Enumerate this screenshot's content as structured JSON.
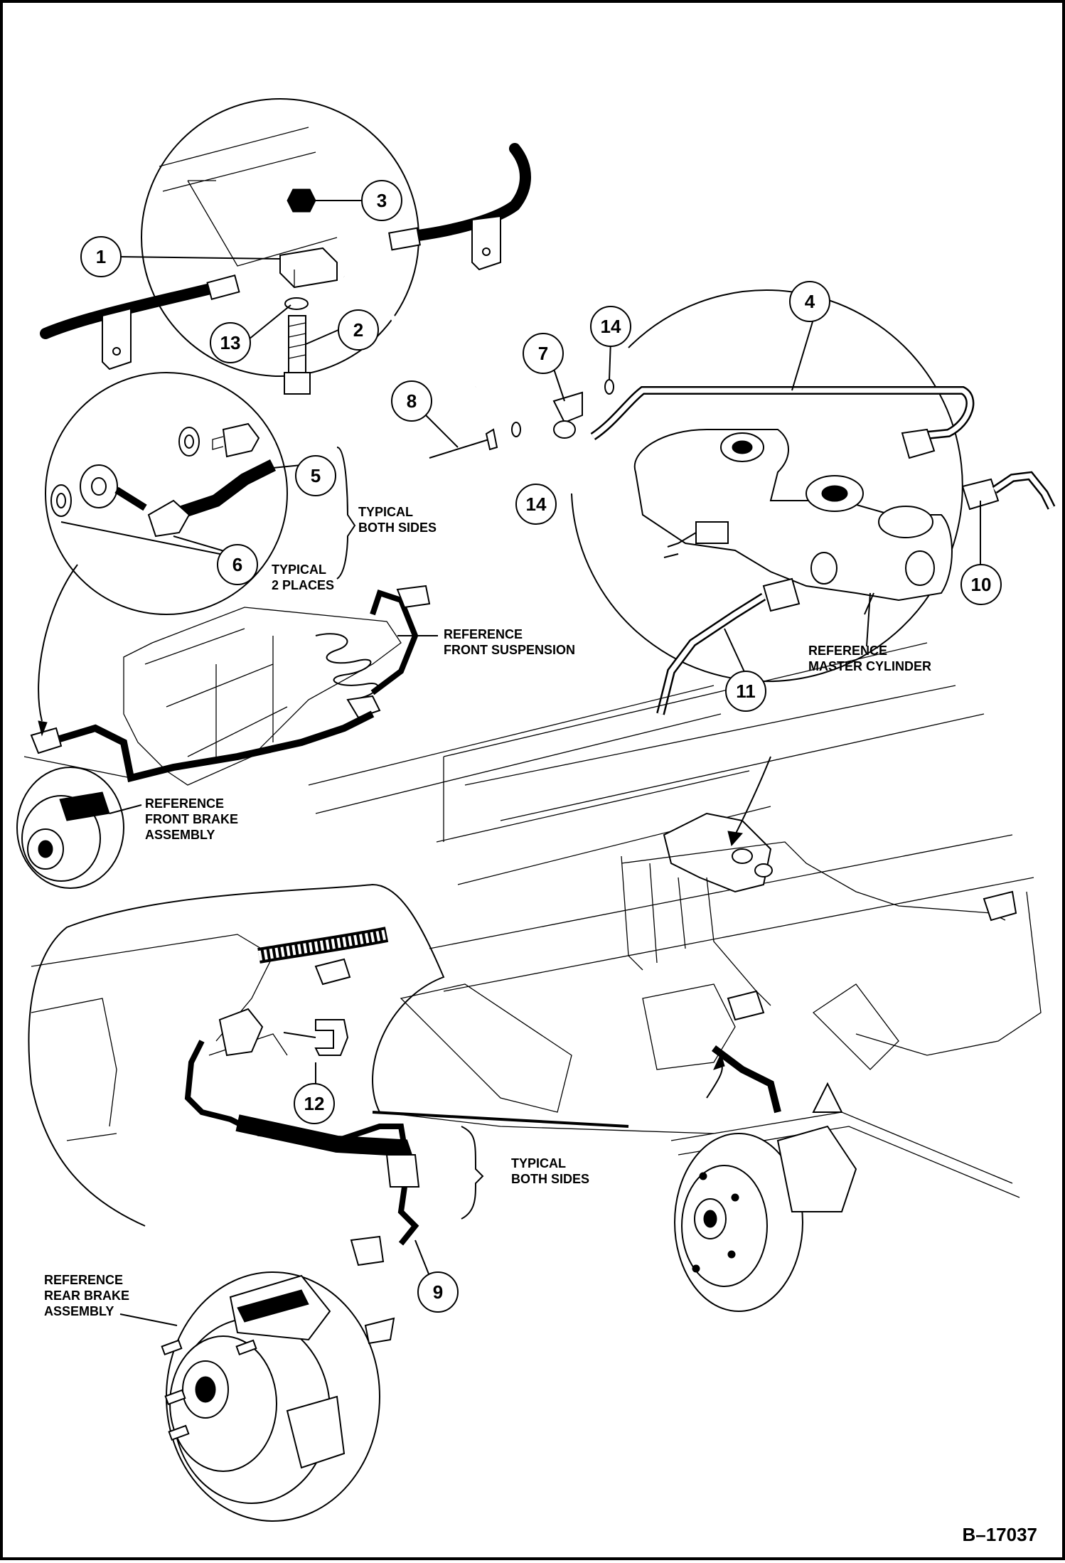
{
  "document_id": "B–17037",
  "callouts": [
    {
      "id": "callout-1",
      "label": "1"
    },
    {
      "id": "callout-2",
      "label": "2"
    },
    {
      "id": "callout-3",
      "label": "3"
    },
    {
      "id": "callout-4",
      "label": "4"
    },
    {
      "id": "callout-5",
      "label": "5"
    },
    {
      "id": "callout-6",
      "label": "6"
    },
    {
      "id": "callout-7",
      "label": "7"
    },
    {
      "id": "callout-8",
      "label": "8"
    },
    {
      "id": "callout-9",
      "label": "9"
    },
    {
      "id": "callout-10",
      "label": "10"
    },
    {
      "id": "callout-11",
      "label": "11"
    },
    {
      "id": "callout-12",
      "label": "12"
    },
    {
      "id": "callout-13",
      "label": "13"
    },
    {
      "id": "callout-14a",
      "label": "14"
    },
    {
      "id": "callout-14b",
      "label": "14"
    }
  ],
  "notes": {
    "typical_both_sides_top": [
      "TYPICAL",
      "BOTH SIDES"
    ],
    "typical_2_places": [
      "TYPICAL",
      "2 PLACES"
    ],
    "reference_front_suspension": [
      "REFERENCE",
      "FRONT SUSPENSION"
    ],
    "reference_master_cylinder": [
      "REFERENCE",
      "MASTER CYLINDER"
    ],
    "reference_front_brake": [
      "REFERENCE",
      "FRONT BRAKE",
      "ASSEMBLY"
    ],
    "typical_both_sides_bottom": [
      "TYPICAL",
      "BOTH SIDES"
    ],
    "reference_rear_brake": [
      "REFERENCE",
      "REAR BRAKE",
      "ASSEMBLY"
    ]
  }
}
